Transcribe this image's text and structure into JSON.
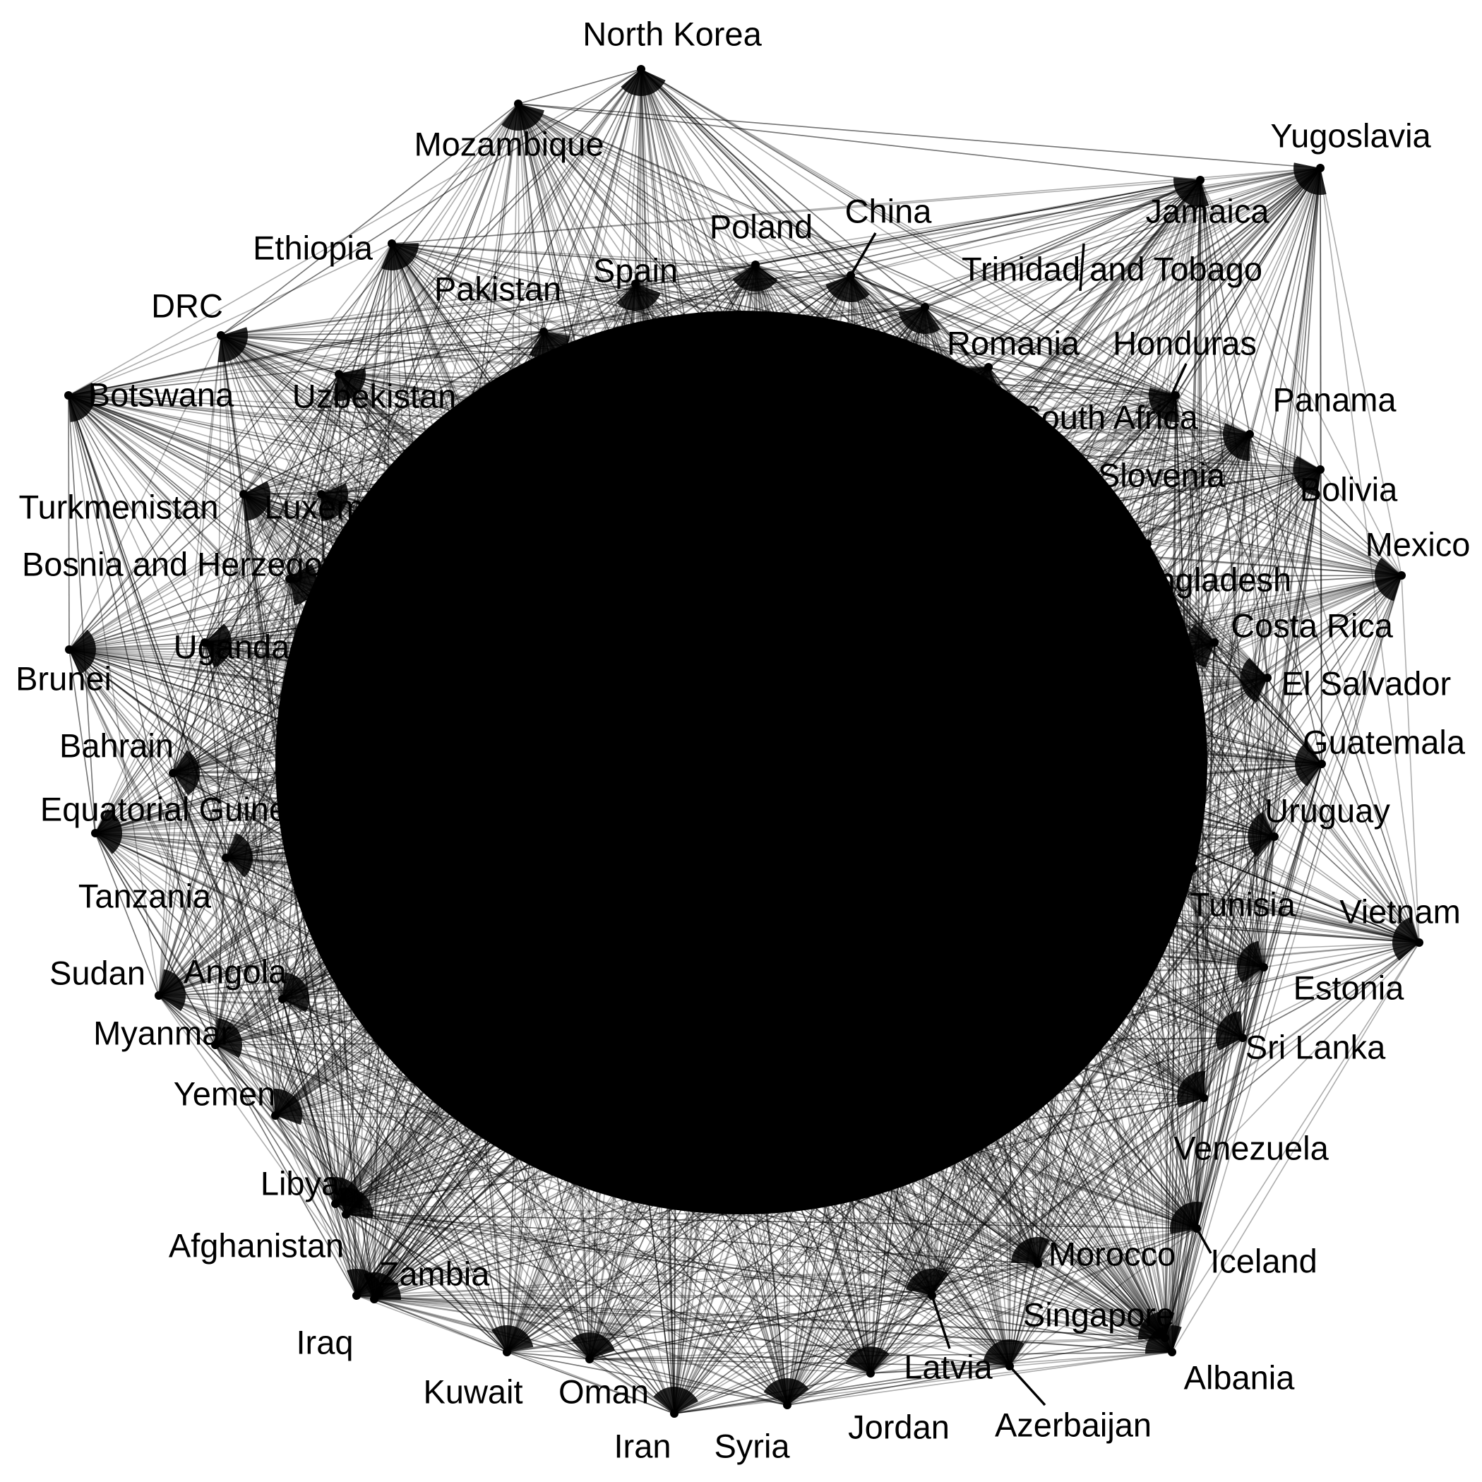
{
  "diagram": {
    "type": "directed-network",
    "style": {
      "edge_color": "#000000",
      "node_color": "#000000",
      "background": "#ffffff"
    },
    "nodes": [
      {
        "id": "north-korea",
        "label": "North Korea"
      },
      {
        "id": "mozambique",
        "label": "Mozambique"
      },
      {
        "id": "ethiopia",
        "label": "Ethiopia"
      },
      {
        "id": "drc",
        "label": "DRC"
      },
      {
        "id": "botswana",
        "label": "Botswana"
      },
      {
        "id": "uzbekistan",
        "label": "Uzbekistan"
      },
      {
        "id": "pakistan",
        "label": "Pakistan"
      },
      {
        "id": "spain",
        "label": "Spain"
      },
      {
        "id": "poland",
        "label": "Poland"
      },
      {
        "id": "china",
        "label": "China"
      },
      {
        "id": "trinidad-and-tobago",
        "label": "Trinidad and Tobago"
      },
      {
        "id": "jamaica",
        "label": "Jamaica"
      },
      {
        "id": "yugoslavia",
        "label": "Yugoslavia"
      },
      {
        "id": "romania",
        "label": "Romania"
      },
      {
        "id": "honduras",
        "label": "Honduras"
      },
      {
        "id": "south-africa",
        "label": "South Africa"
      },
      {
        "id": "panama",
        "label": "Panama"
      },
      {
        "id": "bolivia",
        "label": "Bolivia"
      },
      {
        "id": "slovenia",
        "label": "Slovenia"
      },
      {
        "id": "mexico",
        "label": "Mexico"
      },
      {
        "id": "bangladesh",
        "label": "Bangladesh"
      },
      {
        "id": "costa-rica",
        "label": "Costa Rica"
      },
      {
        "id": "el-salvador",
        "label": "El Salvador"
      },
      {
        "id": "guatemala",
        "label": "Guatemala"
      },
      {
        "id": "uruguay",
        "label": "Uruguay"
      },
      {
        "id": "tunisia",
        "label": "Tunisia"
      },
      {
        "id": "vietnam",
        "label": "Vietnam"
      },
      {
        "id": "estonia",
        "label": "Estonia"
      },
      {
        "id": "sri-lanka",
        "label": "Sri Lanka"
      },
      {
        "id": "venezuela",
        "label": "Venezuela"
      },
      {
        "id": "iceland",
        "label": "Iceland"
      },
      {
        "id": "morocco",
        "label": "Morocco"
      },
      {
        "id": "singapore",
        "label": "Singapore"
      },
      {
        "id": "albania",
        "label": "Albania"
      },
      {
        "id": "latvia",
        "label": "Latvia"
      },
      {
        "id": "azerbaijan",
        "label": "Azerbaijan"
      },
      {
        "id": "jordan",
        "label": "Jordan"
      },
      {
        "id": "syria",
        "label": "Syria"
      },
      {
        "id": "iran",
        "label": "Iran"
      },
      {
        "id": "oman",
        "label": "Oman"
      },
      {
        "id": "kuwait",
        "label": "Kuwait"
      },
      {
        "id": "iraq",
        "label": "Iraq"
      },
      {
        "id": "zambia",
        "label": "Zambia"
      },
      {
        "id": "afghanistan",
        "label": "Afghanistan"
      },
      {
        "id": "libya",
        "label": "Libya"
      },
      {
        "id": "yemen",
        "label": "Yemen"
      },
      {
        "id": "myanmar",
        "label": "Myanmar"
      },
      {
        "id": "sudan",
        "label": "Sudan"
      },
      {
        "id": "angola",
        "label": "Angola"
      },
      {
        "id": "tanzania",
        "label": "Tanzania"
      },
      {
        "id": "equatorial-guinea",
        "label": "Equatorial Guinea"
      },
      {
        "id": "bahrain",
        "label": "Bahrain"
      },
      {
        "id": "brunei",
        "label": "Brunei"
      },
      {
        "id": "uganda",
        "label": "Uganda"
      },
      {
        "id": "bosnia-and-herzegovina",
        "label": "Bosnia and Herzegovina"
      },
      {
        "id": "turkmenistan",
        "label": "Turkmenistan"
      },
      {
        "id": "luxembourg",
        "label": "Luxembourg"
      }
    ]
  }
}
